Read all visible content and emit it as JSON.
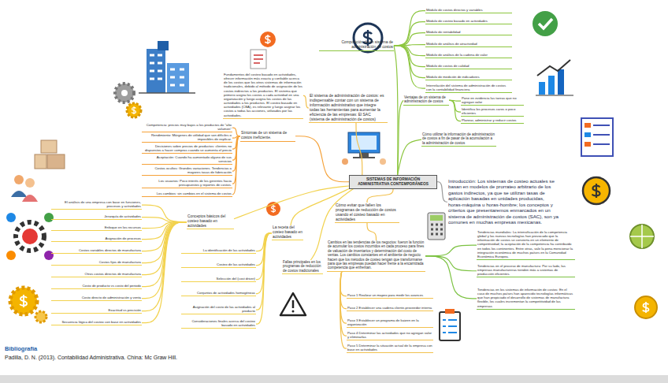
{
  "diagram": {
    "nodes": [
      {
        "text": [
          "SISTEMAS DE INFORMACIÓN ADMINISTRATIVA CONTEMPORÁNEOS"
        ]
      },
      {
        "text": [
          "Composición de un sistema de administración de costos"
        ]
      },
      {
        "text": [
          "Módulo de costos directos y variables"
        ]
      },
      {
        "text": [
          "Módulo de costeo basado en actividades"
        ]
      },
      {
        "text": [
          "Módulo de rentabilidad"
        ]
      },
      {
        "text": [
          "Módulo de análisis de atractividad"
        ]
      },
      {
        "text": [
          "Módulo de análisis de la cadena de valor"
        ]
      },
      {
        "text": [
          "Módulo de costos de calidad"
        ]
      },
      {
        "text": [
          "Módulo de medición de indicadores"
        ]
      },
      {
        "text": [
          "Interrelación del sistema de administración de costos con la contabilidad financiera"
        ]
      },
      {
        "text": [
          "Ventajas de un sistema de administración de costos"
        ]
      },
      {
        "text": [
          "Pone en evidencia las tareas que no agregan valor"
        ]
      },
      {
        "text": [
          "Identifica los procesos caros o poco eficientes"
        ]
      },
      {
        "text": [
          "Planear, administrar y reducir costos"
        ]
      },
      {
        "text": [
          "Cómo utilizar la información de administración de costos a fin de pasar de la acumulación a la administración de costos"
        ]
      },
      {
        "text": [
          "El sistema de administración de costos: es indispensable contar con un sistema de información administrativo que integre todas las herramientas para aumentar la eficiencia de las empresas: El SAC (sistema de administración de costos)"
        ]
      },
      {
        "text": [
          "Fundamentos del costeo basado en actividades, ofrecer información más exacta y confiable acerca de los costos que los otros sistemas de información tradicionales, debido al método de asignación de los costos indirectos a los productos. El sistema que primero asigna los costos a cada actividad en una organización y luego asigna los costos de las actividades a los productos. El costeo basado en actividades (CBA), es relevante y luego asignar los costos a todas las acciones, utilizados por las actividades."
        ]
      },
      {
        "text": [
          "Síntomas de un sistema de costos ineficiente."
        ]
      },
      {
        "text": [
          "Competencia: precios muy bajos a los productos de \"alto volumen\""
        ]
      },
      {
        "text": [
          "Rendimiento: Márgenes de utilidad que son difíciles o imposibles de explicar."
        ]
      },
      {
        "text": [
          "Decisiones sobre precios de productos: clientes no dispuestos a hacer compras cuando se aumenta el precio"
        ]
      },
      {
        "text": [
          "Aceptación: Cuando ha aumentado alguno de sus servicios"
        ]
      },
      {
        "text": [
          "Costos ocultos: Grandes variaciones. Tendencias a mayores tasas de fabricación"
        ]
      },
      {
        "text": [
          "Los usuarios: Poco interés de los gerentes hacia presupuestos y reportes de costos."
        ]
      },
      {
        "text": [
          "Los cambios: sin cambios en el sistema de costos"
        ]
      },
      {
        "text": [
          "Introducción: Los sistemas de costeo actuales se basan en modelos de prorrateo arbitrario de los gastos indirectos, ya que se utilizan tasas de aplicación basadas en unidades producidas, horas-máquina u horas-hombre; los conceptos y criterios que presentaremos enmarcados en un sistema de administración de costos (SAC), son ya comunes en muchas empresas mexicanas."
        ]
      },
      {
        "text": [
          "Cómo evitar que fallen los programas de reducción de costos usando el costeo basado en actividades"
        ]
      },
      {
        "text": [
          "Cambios en las tendencias de los negocios: fueron la función de acumular los costos incurridos en cada proceso para fines de valuación de inventarios y determinación del costo de ventas. Los cambios constantes en el ambiente de negocio hacen que los métodos de costeo tengan que transformarse para que las empresas puedan hacer frente a la encarnizada competencia que enfrentan."
        ]
      },
      {
        "text": [
          "Paso 1 Realizar un mapeo para medir los avances"
        ]
      },
      {
        "text": [
          "Paso 2 Establecer una cadena cliente-proveedor interna"
        ]
      },
      {
        "text": [
          "Paso 3 Establecer un programa de kaizen en la organización"
        ]
      },
      {
        "text": [
          "Paso 4 Determinar las actividades que no agregan valor y eliminarlas"
        ]
      },
      {
        "text": [
          "Paso 5 Determinar la situación actual de la empresa con base en actividades"
        ]
      },
      {
        "text": [
          "Tendencias mundiales: La intensificación de la competencia global y las nuevas tecnologías han provocado que la información de costos se convierta en un elemento de competitividad; la aceptación de la competencia ha contribuido en todos los continentes. Entre otras, vale la pena mencionar la integración económica de muchos países en la Comunidad Económica Europea."
        ]
      },
      {
        "text": [
          "Tendencias en el proceso de manufactura: Por su lado, las empresas manufactureras tienden más a sistemas de producción eficientes."
        ]
      },
      {
        "text": [
          "Tendencias en los sistemas de información de costos: En el caso de muchos países han aparecido tecnologías informáticas que han propiciado el desarrollo de sistemas de manufactura flexible, los cuales incrementan la competitividad de las empresas"
        ]
      },
      {
        "text": [
          "Conceptos básicos del costeo basado en actividades"
        ]
      },
      {
        "text": [
          "El análisis de una empresa con base en funciones, procesos y actividades"
        ]
      },
      {
        "text": [
          "Jerarquía de actividades"
        ]
      },
      {
        "text": [
          "Enfoque en los recursos"
        ]
      },
      {
        "text": [
          "Asignación de procesos"
        ]
      },
      {
        "text": [
          "Costos variables directos de manufactura"
        ]
      },
      {
        "text": [
          "Costos fijos de manufactura"
        ]
      },
      {
        "text": [
          "Otros costos directos de manufactura"
        ]
      },
      {
        "text": [
          "Costo de producto vs costo del periodo"
        ]
      },
      {
        "text": [
          "Costo directo de administración y venta"
        ]
      },
      {
        "text": [
          "Exactitud vs precisión"
        ]
      },
      {
        "text": [
          "Secuencia lógica del costeo con base en actividades"
        ]
      },
      {
        "text": [
          "La receta del costeo basado en actividades"
        ]
      },
      {
        "text": [
          "La identificación de las actividades"
        ]
      },
      {
        "text": [
          "Costeo de las actividades"
        ]
      },
      {
        "text": [
          "Selección del (cost driver)"
        ]
      },
      {
        "text": [
          "Conjuntos de actividades homogéneas"
        ]
      },
      {
        "text": [
          "Asignación del costo de las actividades al producto"
        ]
      },
      {
        "text": [
          "Consideraciones finales acerca del costeo basado en actividades"
        ]
      },
      {
        "text": [
          "Fallas principales en los programas de reducción de costos tradicionales"
        ]
      }
    ],
    "edges": [
      {
        "from": 0,
        "to": 1,
        "arrow": "none"
      },
      {
        "from": 1,
        "to": 2,
        "arrow": "none"
      },
      {
        "from": 1,
        "to": 3,
        "arrow": "none"
      },
      {
        "from": 1,
        "to": 4,
        "arrow": "none"
      },
      {
        "from": 1,
        "to": 5,
        "arrow": "none"
      },
      {
        "from": 1,
        "to": 6,
        "arrow": "none"
      },
      {
        "from": 1,
        "to": 7,
        "arrow": "none"
      },
      {
        "from": 1,
        "to": 8,
        "arrow": "none"
      },
      {
        "from": 1,
        "to": 9,
        "arrow": "none"
      },
      {
        "from": 0,
        "to": 10,
        "arrow": "none"
      },
      {
        "from": 10,
        "to": 11,
        "arrow": "none"
      },
      {
        "from": 10,
        "to": 12,
        "arrow": "none"
      },
      {
        "from": 10,
        "to": 13,
        "arrow": "none"
      },
      {
        "from": 0,
        "to": 14,
        "arrow": "none"
      },
      {
        "from": 0,
        "to": 15,
        "arrow": "none"
      },
      {
        "from": 15,
        "to": 16,
        "arrow": "none"
      },
      {
        "from": 0,
        "to": 17,
        "arrow": "none"
      },
      {
        "from": 17,
        "to": 18,
        "arrow": "none"
      },
      {
        "from": 17,
        "to": 19,
        "arrow": "none"
      },
      {
        "from": 17,
        "to": 20,
        "arrow": "none"
      },
      {
        "from": 17,
        "to": 21,
        "arrow": "none"
      },
      {
        "from": 17,
        "to": 22,
        "arrow": "none"
      },
      {
        "from": 17,
        "to": 23,
        "arrow": "none"
      },
      {
        "from": 17,
        "to": 24,
        "arrow": "none"
      },
      {
        "from": 0,
        "to": 25,
        "arrow": "none"
      },
      {
        "from": 0,
        "to": 26,
        "arrow": "none"
      },
      {
        "from": 26,
        "to": 27,
        "arrow": "none"
      },
      {
        "from": 27,
        "to": 28,
        "arrow": "none"
      },
      {
        "from": 27,
        "to": 29,
        "arrow": "none"
      },
      {
        "from": 27,
        "to": 30,
        "arrow": "none"
      },
      {
        "from": 27,
        "to": 31,
        "arrow": "none"
      },
      {
        "from": 27,
        "to": 32,
        "arrow": "none"
      },
      {
        "from": 27,
        "to": 33,
        "arrow": "none"
      },
      {
        "from": 27,
        "to": 34,
        "arrow": "none"
      },
      {
        "from": 27,
        "to": 35,
        "arrow": "none"
      },
      {
        "from": 0,
        "to": 36,
        "arrow": "none"
      },
      {
        "from": 36,
        "to": 37,
        "arrow": "none"
      },
      {
        "from": 36,
        "to": 38,
        "arrow": "none"
      },
      {
        "from": 36,
        "to": 39,
        "arrow": "none"
      },
      {
        "from": 36,
        "to": 40,
        "arrow": "none"
      },
      {
        "from": 36,
        "to": 41,
        "arrow": "none"
      },
      {
        "from": 36,
        "to": 42,
        "arrow": "none"
      },
      {
        "from": 36,
        "to": 43,
        "arrow": "none"
      },
      {
        "from": 36,
        "to": 44,
        "arrow": "none"
      },
      {
        "from": 36,
        "to": 45,
        "arrow": "none"
      },
      {
        "from": 36,
        "to": 46,
        "arrow": "none"
      },
      {
        "from": 36,
        "to": 47,
        "arrow": "none"
      },
      {
        "from": 0,
        "to": 48,
        "arrow": "none"
      },
      {
        "from": 48,
        "to": 49,
        "arrow": "none"
      },
      {
        "from": 48,
        "to": 50,
        "arrow": "none"
      },
      {
        "from": 48,
        "to": 51,
        "arrow": "none"
      },
      {
        "from": 48,
        "to": 52,
        "arrow": "none"
      },
      {
        "from": 48,
        "to": 53,
        "arrow": "none"
      },
      {
        "from": 48,
        "to": 54,
        "arrow": "none"
      },
      {
        "from": 0,
        "to": 55,
        "arrow": "none"
      }
    ],
    "labels": [
      "Bibliografía",
      "Padilla, D. N. (2013). Contabilidad Administrativa. China: Mc Graw Hill."
    ]
  }
}
